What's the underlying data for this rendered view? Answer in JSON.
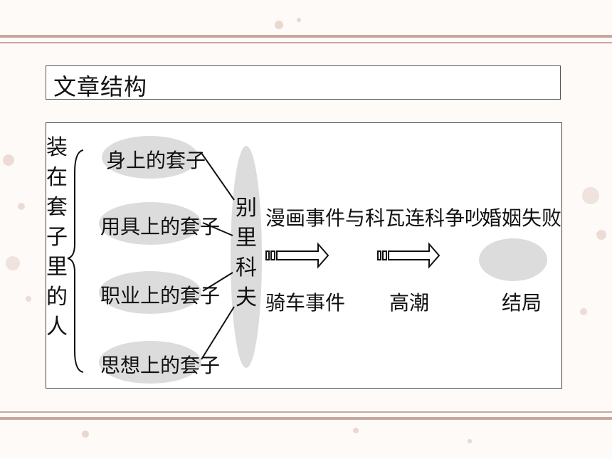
{
  "title": "文章结构",
  "diagram": {
    "root_label": "装在套子里的人",
    "items": [
      "身上的套子",
      "用具上的套子",
      "职业上的套子",
      "思想上的套子"
    ],
    "center_label": "别里科夫",
    "events": {
      "top": [
        "漫画事件",
        "与科瓦连科争吵",
        "婚姻失败"
      ],
      "bottom": [
        "骑车事件",
        "高潮",
        "结局"
      ]
    }
  },
  "colors": {
    "oval": "#dcdcdc",
    "rule": "#c9a79c",
    "dots": "#e8cfc8"
  }
}
